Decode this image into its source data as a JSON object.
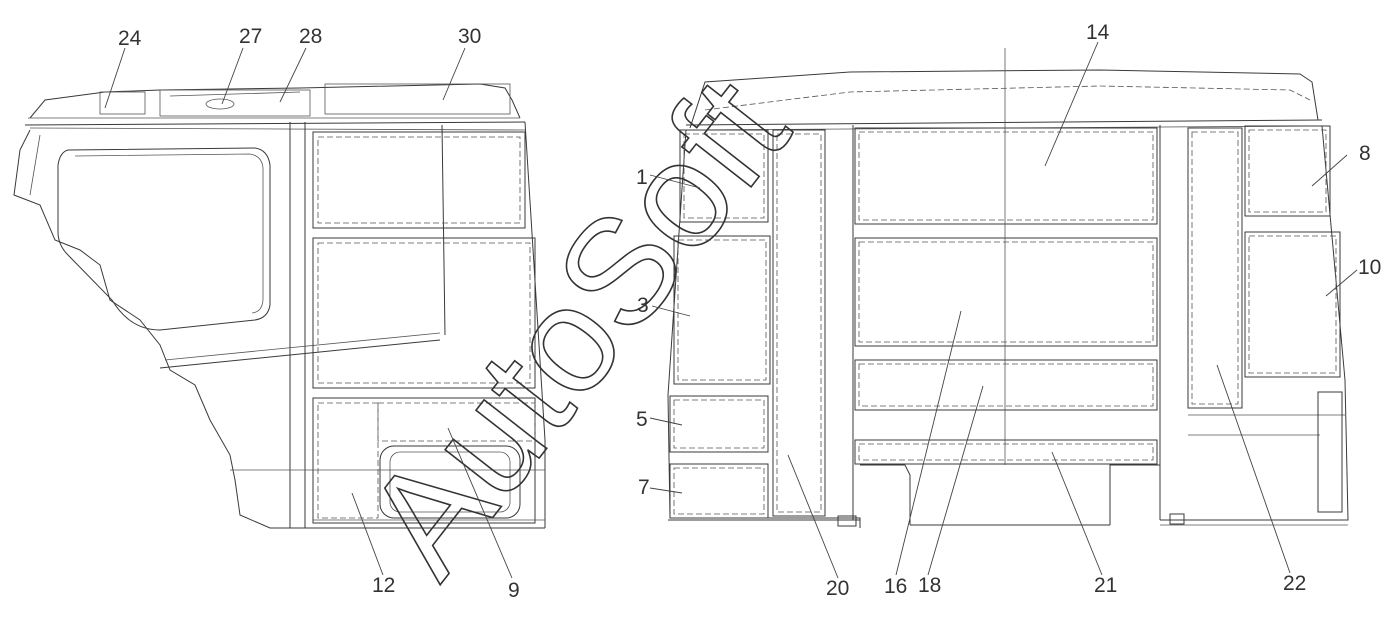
{
  "watermark": "AutoSoft",
  "labels": {
    "l1": "1",
    "l3": "3",
    "l5": "5",
    "l7": "7",
    "l8": "8",
    "l9": "9",
    "l10": "10",
    "l12": "12",
    "l14": "14",
    "l16": "16",
    "l18": "18",
    "l20": "20",
    "l21": "21",
    "l22": "22",
    "l24": "24",
    "l27": "27",
    "l28": "28",
    "l30": "30"
  }
}
